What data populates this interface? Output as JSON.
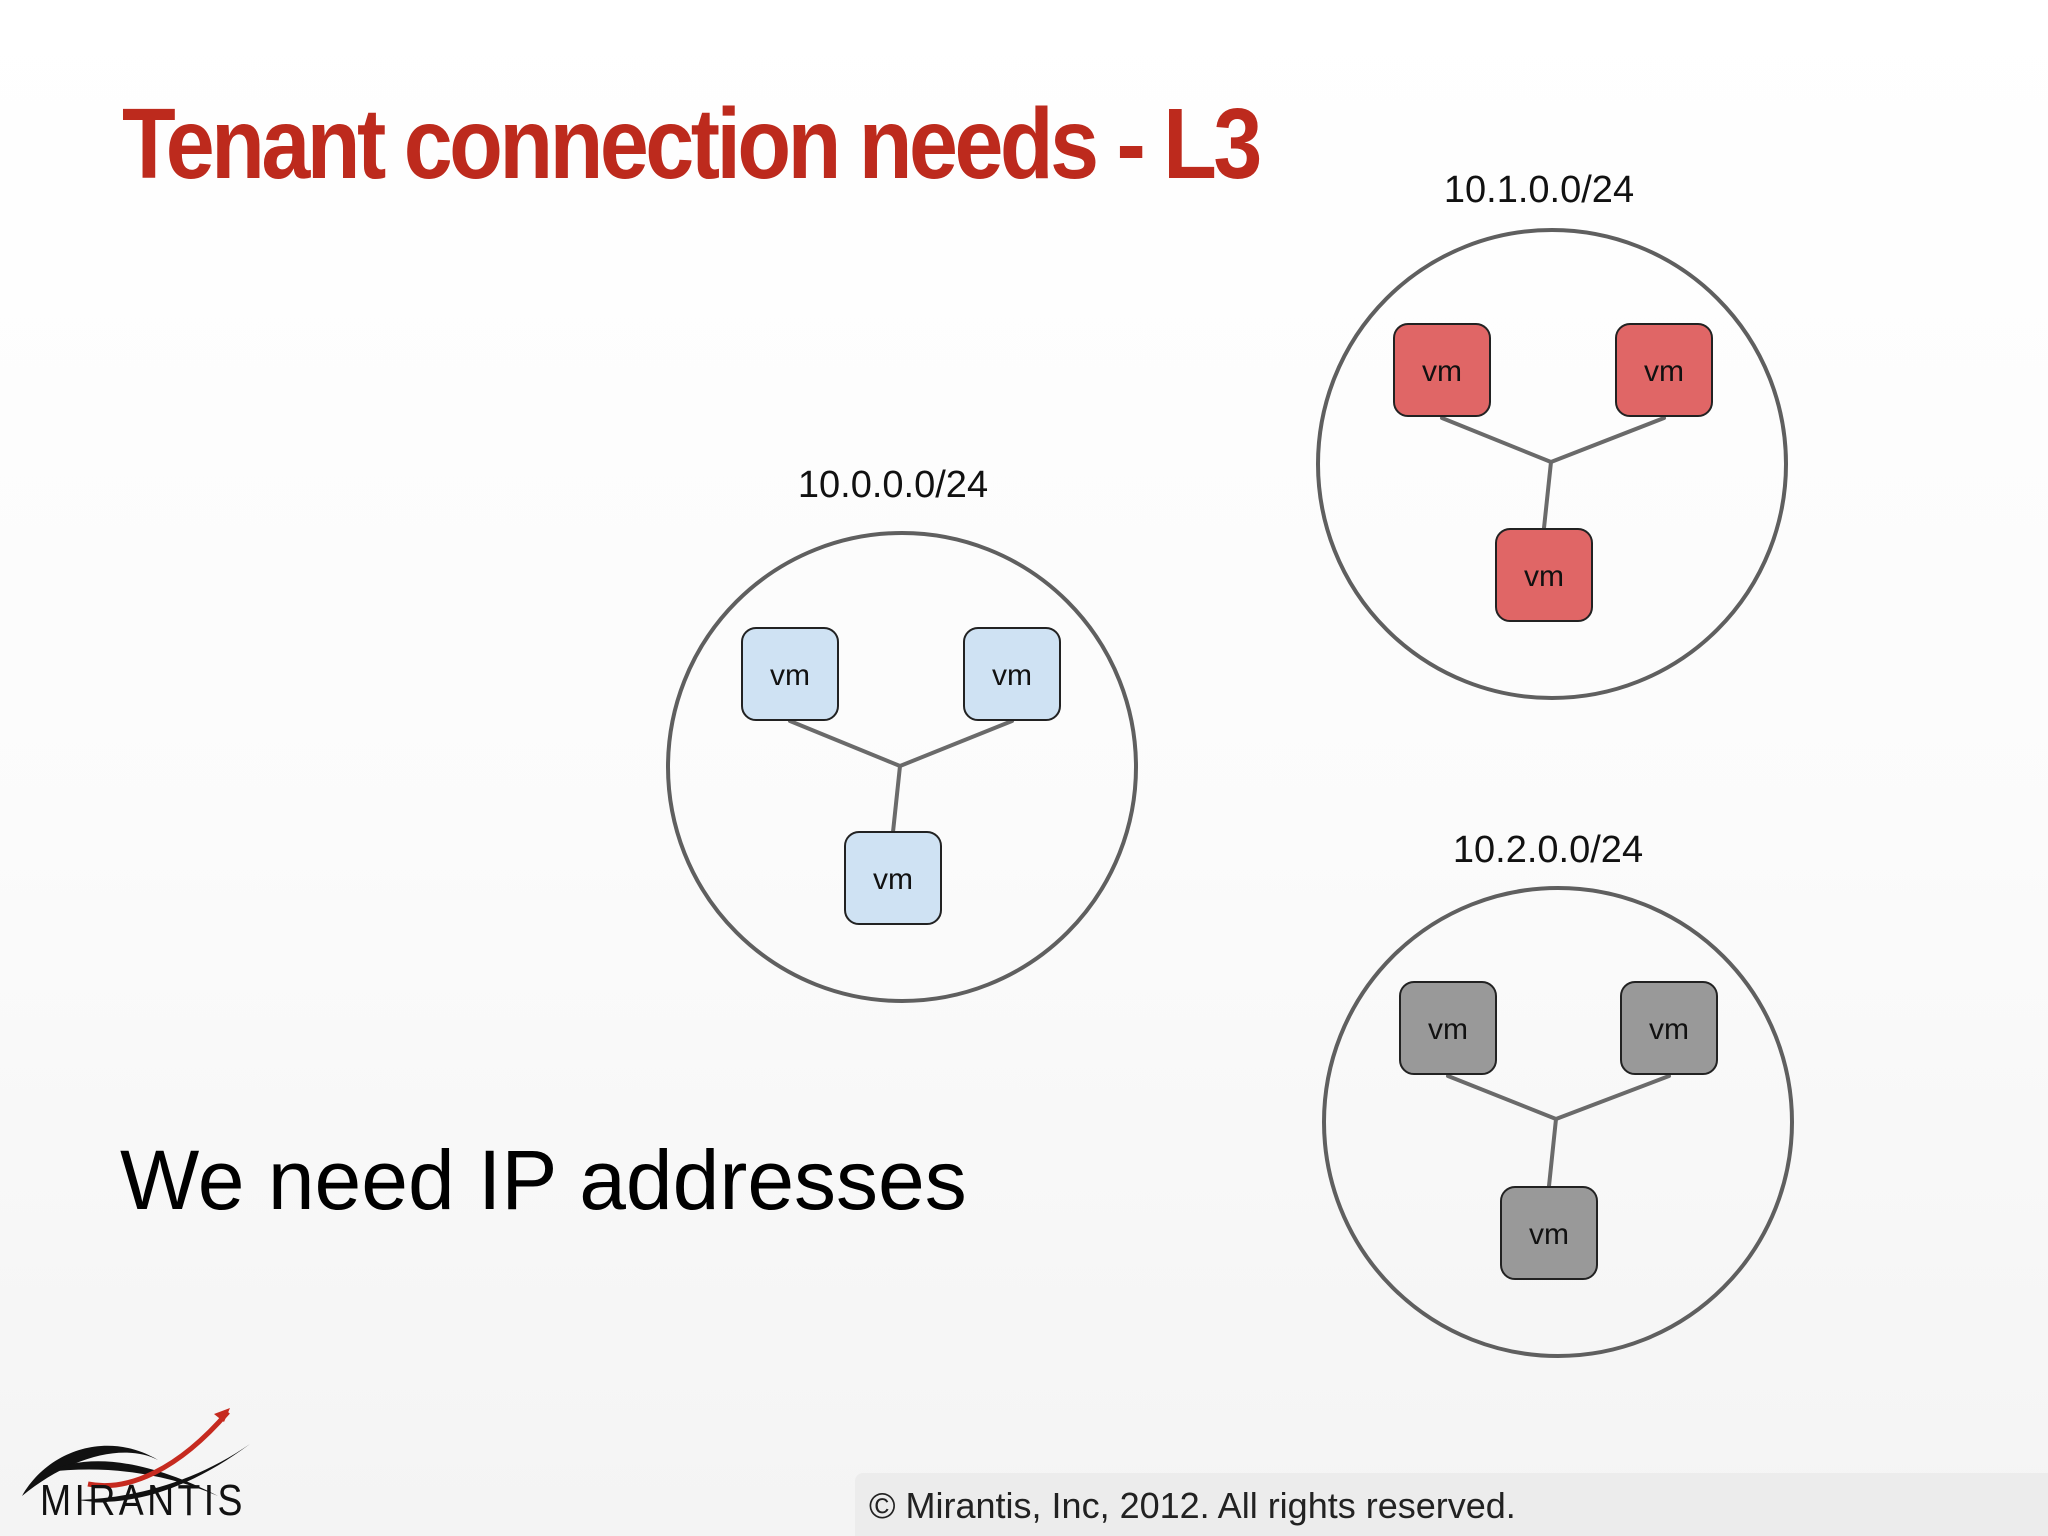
{
  "slide": {
    "title": "Tenant connection needs - L3",
    "body_text": "We need IP addresses",
    "footer": "© Mirantis, Inc, 2012. All rights reserved.",
    "logo_text": "MIRANTIS"
  },
  "networks": [
    {
      "subnet": "10.0.0.0/24",
      "vm_color": "#cfe2f3",
      "vms": [
        "vm",
        "vm",
        "vm"
      ]
    },
    {
      "subnet": "10.1.0.0/24",
      "vm_color": "#e06666",
      "vms": [
        "vm",
        "vm",
        "vm"
      ]
    },
    {
      "subnet": "10.2.0.0/24",
      "vm_color": "#999999",
      "vms": [
        "vm",
        "vm",
        "vm"
      ]
    }
  ],
  "colors": {
    "title": "#bd2a1d",
    "circle_stroke": "#5f5f5f",
    "link": "#6a6a6a"
  }
}
